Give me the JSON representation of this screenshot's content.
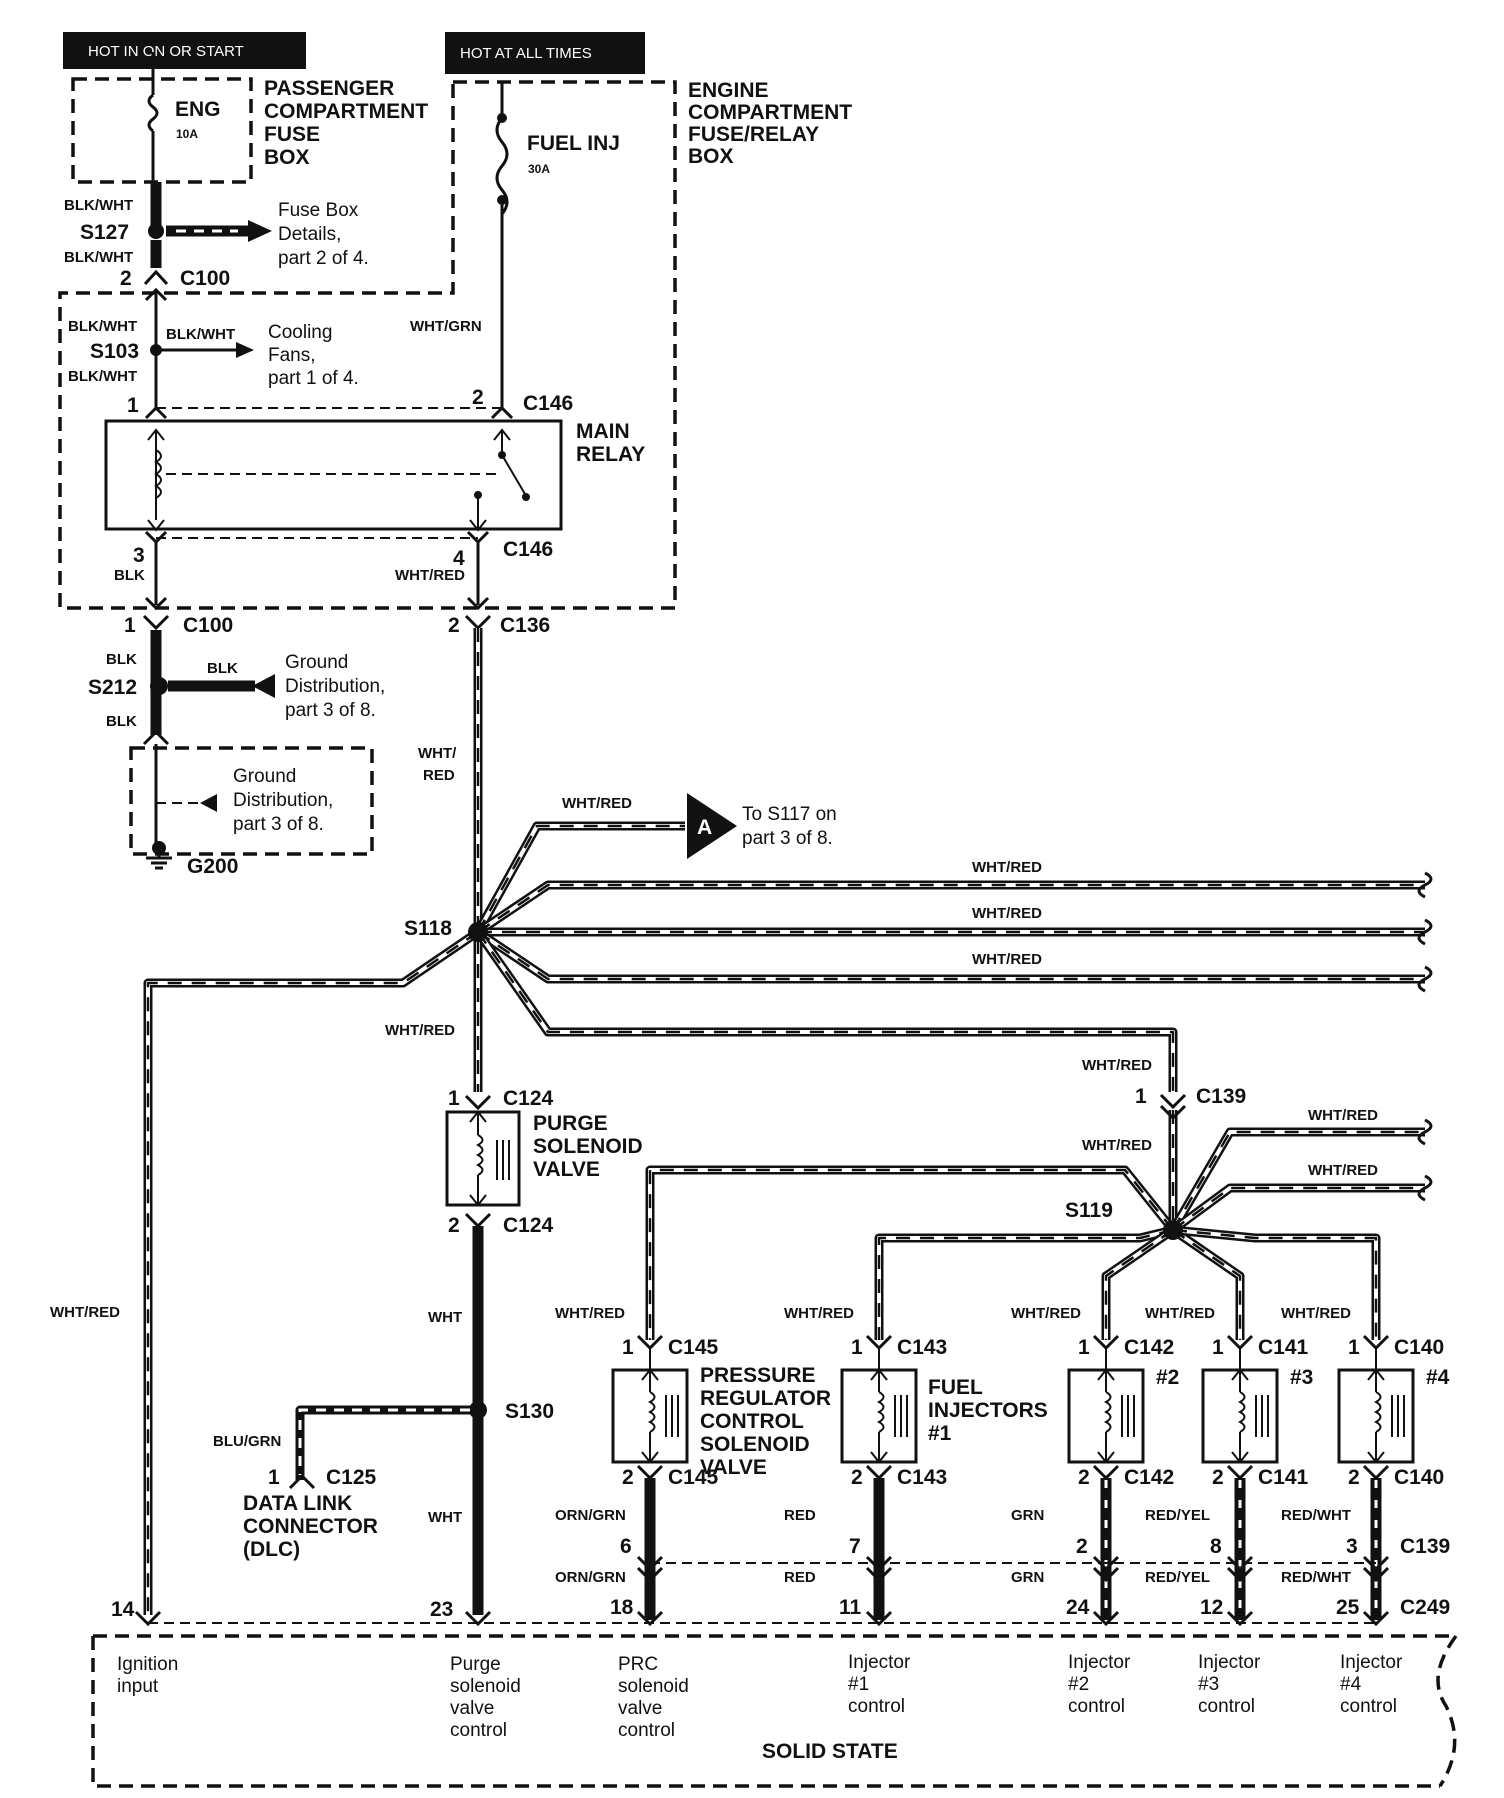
{
  "header_ign": "HOT IN ON OR START",
  "header_batt": "HOT AT ALL TIMES",
  "pcfb": [
    "PASSENGER",
    "COMPARTMENT",
    "FUSE",
    "BOX"
  ],
  "fuse_eng": {
    "name": "ENG",
    "rating": "10A"
  },
  "ecfrb": [
    "ENGINE",
    "COMPARTMENT",
    "FUSE/RELAY",
    "BOX"
  ],
  "fuse_inj": {
    "name": "FUEL INJ",
    "rating": "30A"
  },
  "s127": {
    "id": "S127",
    "ref": [
      "Fuse Box",
      "Details,",
      "part 2 of 4."
    ]
  },
  "c100_top": {
    "pin": "2",
    "id": "C100"
  },
  "s103": {
    "id": "S103",
    "ref": [
      "Cooling",
      "Fans,",
      "part 1 of 4."
    ]
  },
  "c146": {
    "pin1": "1",
    "pin2": "2",
    "pin3": "3",
    "pin4": "4",
    "id": "C146"
  },
  "main_relay": [
    "MAIN",
    "RELAY"
  ],
  "c100_bot": {
    "pin": "1",
    "id": "C100"
  },
  "c136": {
    "pin": "2",
    "id": "C136"
  },
  "s212": {
    "id": "S212",
    "ref": [
      "Ground",
      "Distribution,",
      "part 3 of 8."
    ]
  },
  "gnd_box_ref": [
    "Ground",
    "Distribution,",
    "part 3 of 8."
  ],
  "g200": "G200",
  "conn_a": {
    "letter": "A",
    "ref": [
      "To S117 on",
      "part 3 of 8."
    ]
  },
  "s118": "S118",
  "s119": "S119",
  "s130": "S130",
  "c124": {
    "pin1": "1",
    "pin2": "2",
    "id": "C124"
  },
  "purge": [
    "PURGE",
    "SOLENOID",
    "VALVE"
  ],
  "c139": {
    "pin": "1",
    "id": "C139"
  },
  "dlc": {
    "pin": "1",
    "id": "C125",
    "name": [
      "DATA LINK",
      "CONNECTOR",
      "(DLC)"
    ]
  },
  "prc": [
    "PRESSURE",
    "REGULATOR",
    "CONTROL",
    "SOLENOID",
    "VALVE"
  ],
  "fuel_inj": [
    "FUEL",
    "INJECTORS",
    "#1"
  ],
  "components": [
    {
      "conn": "C145",
      "p1": "1",
      "p2": "2",
      "wire_top": "WHT/RED",
      "wire_bot": "ORN/GRN",
      "c139pin": "6",
      "c249pin": "18"
    },
    {
      "conn": "C143",
      "p1": "1",
      "p2": "2",
      "wire_top": "WHT/RED",
      "wire_bot": "RED",
      "c139pin": "7",
      "c249pin": "11"
    },
    {
      "conn": "C142",
      "p1": "1",
      "p2": "2",
      "wire_top": "WHT/RED",
      "wire_bot": "GRN",
      "c139pin": "2",
      "c249pin": "24",
      "tag": "#2"
    },
    {
      "conn": "C141",
      "p1": "1",
      "p2": "2",
      "wire_top": "WHT/RED",
      "wire_bot": "RED/YEL",
      "c139pin": "8",
      "c249pin": "12",
      "tag": "#3"
    },
    {
      "conn": "C140",
      "p1": "1",
      "p2": "2",
      "wire_top": "WHT/RED",
      "wire_bot": "RED/WHT",
      "c139pin": "3",
      "c249pin": "25",
      "tag": "#4"
    }
  ],
  "c139_label": "C139",
  "c249_label": "C249",
  "ecm_pins": {
    "ign": "14",
    "purge": "23"
  },
  "ecm_labels": [
    [
      "Ignition",
      "input"
    ],
    [
      "Purge",
      "solenoid",
      "valve",
      "control"
    ],
    [
      "PRC",
      "solenoid",
      "valve",
      "control"
    ],
    [
      "Injector",
      "#1",
      "control"
    ],
    [
      "Injector",
      "#2",
      "control"
    ],
    [
      "Injector",
      "#3",
      "control"
    ],
    [
      "Injector",
      "#4",
      "control"
    ]
  ],
  "solid_state": "SOLID STATE",
  "wires": {
    "blk_wht": "BLK/WHT",
    "wht_grn": "WHT/GRN",
    "blk": "BLK",
    "wht_red": "WHT/RED",
    "wht_red_split": [
      "WHT/",
      "RED"
    ],
    "wht": "WHT",
    "blu_grn": "BLU/GRN"
  }
}
